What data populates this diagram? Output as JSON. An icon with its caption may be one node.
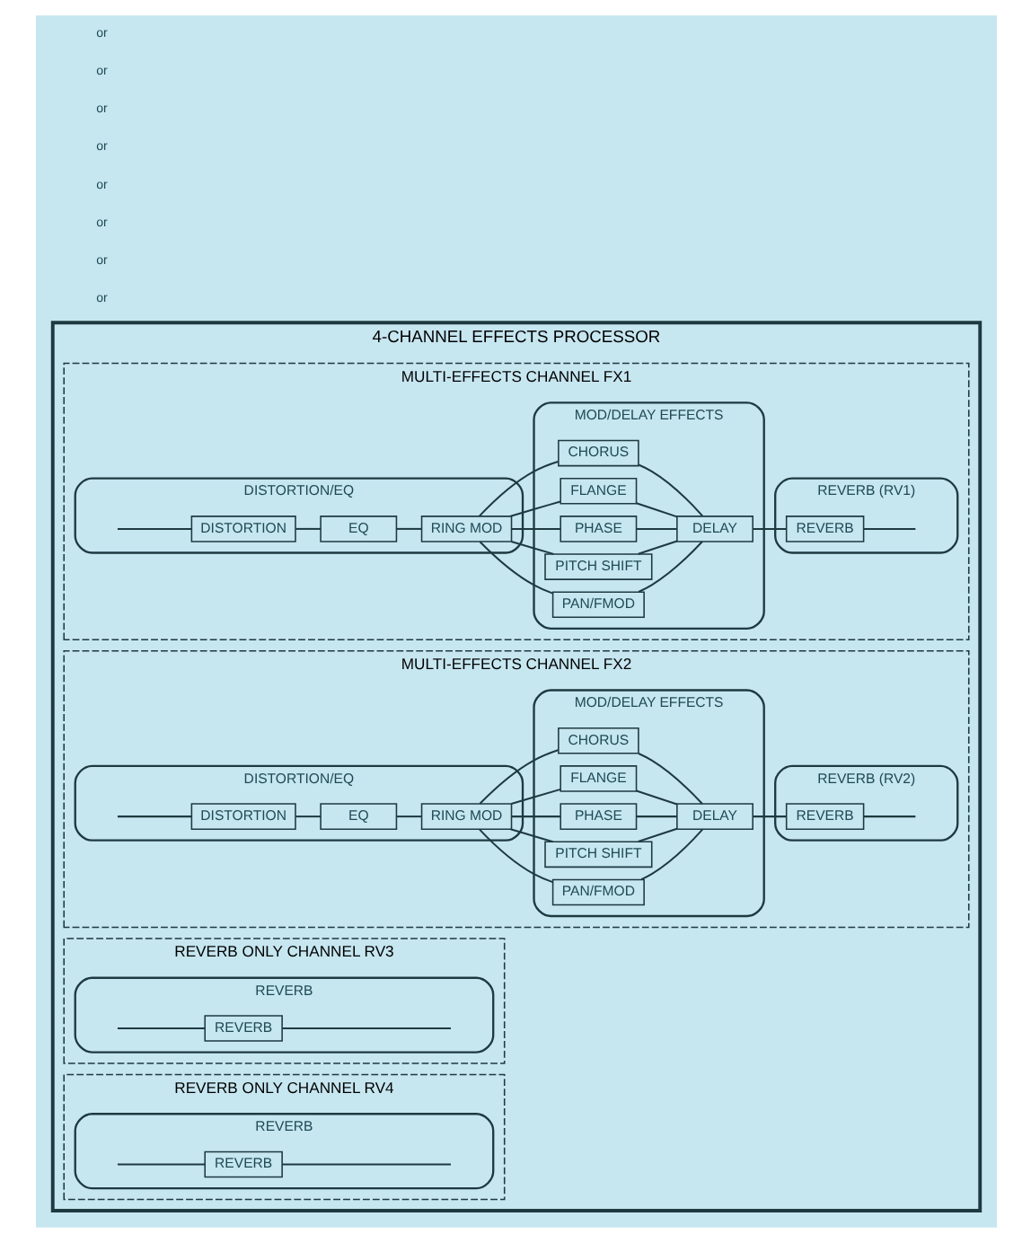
{
  "diagram": {
    "nodes": [
      {
        "text": [
          "4-CHANNEL EFFECTS PROCESSOR"
        ]
      },
      {
        "text": [
          "MULTI-EFFECTS CHANNEL FX1"
        ],
        "in": 0
      },
      {
        "text": [
          "DISTORTION/EQ"
        ],
        "in": 1
      },
      {
        "text": [
          "DISTORTION"
        ],
        "in": 2
      },
      {
        "text": [
          "EQ"
        ],
        "in": 2
      },
      {
        "text": [
          "RING MOD"
        ],
        "in": 2
      },
      {
        "text": [
          "MOD/DELAY EFFECTS"
        ],
        "in": 1
      },
      {
        "text": [
          "CHORUS"
        ],
        "in": 6
      },
      {
        "text": [
          "FLANGE"
        ],
        "in": 6
      },
      {
        "text": [
          "PHASE"
        ],
        "in": 6
      },
      {
        "text": [
          "PITCH SHIFT"
        ],
        "in": 6
      },
      {
        "text": [
          "PAN/FMOD"
        ],
        "in": 6
      },
      {
        "text": [
          "DELAY"
        ],
        "in": 6
      },
      {
        "text": [
          "REVERB (RV1)"
        ],
        "in": 1
      },
      {
        "text": [
          "REVERB"
        ],
        "in": 13
      },
      {
        "text": [
          "MULTI-EFFECTS CHANNEL FX2"
        ],
        "in": 0
      },
      {
        "text": [
          "DISTORTION/EQ"
        ],
        "in": 15
      },
      {
        "text": [
          "DISTORTION"
        ],
        "in": 16
      },
      {
        "text": [
          "EQ"
        ],
        "in": 16
      },
      {
        "text": [
          "RING MOD"
        ],
        "in": 16
      },
      {
        "text": [
          "MOD/DELAY EFFECTS"
        ],
        "in": 15
      },
      {
        "text": [
          "CHORUS"
        ],
        "in": 20
      },
      {
        "text": [
          "FLANGE"
        ],
        "in": 20
      },
      {
        "text": [
          "PHASE"
        ],
        "in": 20
      },
      {
        "text": [
          "PITCH SHIFT"
        ],
        "in": 20
      },
      {
        "text": [
          "PAN/FMOD"
        ],
        "in": 20
      },
      {
        "text": [
          "DELAY"
        ],
        "in": 20
      },
      {
        "text": [
          "REVERB (RV2)"
        ],
        "in": 15
      },
      {
        "text": [
          "REVERB"
        ],
        "in": 27
      },
      {
        "text": [
          "REVERB ONLY CHANNEL RV3"
        ],
        "in": 0
      },
      {
        "text": [
          "REVERB"
        ],
        "in": 29
      },
      {
        "text": [
          "REVERB"
        ],
        "in": 30
      },
      {
        "text": [
          "REVERB ONLY CHANNEL RV4"
        ],
        "in": 0
      },
      {
        "text": [
          "REVERB"
        ],
        "in": 32
      },
      {
        "text": [
          "REVERB"
        ],
        "in": 33
      }
    ],
    "edges": [
      {
        "from": null,
        "to": 3,
        "arrow": "none"
      },
      {
        "from": 3,
        "to": 4,
        "arrow": "none"
      },
      {
        "from": 4,
        "to": 5,
        "arrow": "none"
      },
      {
        "from": 5,
        "to": 7,
        "arrow": "none"
      },
      {
        "from": 5,
        "to": 8,
        "arrow": "none"
      },
      {
        "from": 5,
        "to": 9,
        "arrow": "none"
      },
      {
        "from": 5,
        "to": 10,
        "arrow": "none"
      },
      {
        "from": 5,
        "to": 11,
        "arrow": "none"
      },
      {
        "from": 7,
        "to": 12,
        "arrow": "none"
      },
      {
        "from": 8,
        "to": 12,
        "arrow": "none"
      },
      {
        "from": 9,
        "to": 12,
        "arrow": "none"
      },
      {
        "from": 10,
        "to": 12,
        "arrow": "none"
      },
      {
        "from": 11,
        "to": 12,
        "arrow": "none"
      },
      {
        "from": 12,
        "to": 14,
        "arrow": "none"
      },
      {
        "from": 14,
        "to": null,
        "arrow": "none"
      },
      {
        "from": null,
        "to": 17,
        "arrow": "none"
      },
      {
        "from": 17,
        "to": 18,
        "arrow": "none"
      },
      {
        "from": 18,
        "to": 19,
        "arrow": "none"
      },
      {
        "from": 19,
        "to": 21,
        "arrow": "none"
      },
      {
        "from": 19,
        "to": 22,
        "arrow": "none"
      },
      {
        "from": 19,
        "to": 23,
        "arrow": "none"
      },
      {
        "from": 19,
        "to": 24,
        "arrow": "none"
      },
      {
        "from": 19,
        "to": 25,
        "arrow": "none"
      },
      {
        "from": 21,
        "to": 26,
        "arrow": "none"
      },
      {
        "from": 22,
        "to": 26,
        "arrow": "none"
      },
      {
        "from": 23,
        "to": 26,
        "arrow": "none"
      },
      {
        "from": 24,
        "to": 26,
        "arrow": "none"
      },
      {
        "from": 25,
        "to": 26,
        "arrow": "none"
      },
      {
        "from": 26,
        "to": 28,
        "arrow": "none"
      },
      {
        "from": 28,
        "to": null,
        "arrow": "none"
      },
      {
        "from": null,
        "to": 31,
        "arrow": "none"
      },
      {
        "from": 31,
        "to": null,
        "arrow": "none"
      },
      {
        "from": null,
        "to": 34,
        "arrow": "none"
      },
      {
        "from": 34,
        "to": null,
        "arrow": "none"
      }
    ],
    "labels": [
      "or",
      "or",
      "or",
      "or",
      "or",
      "or",
      "or",
      "or"
    ]
  }
}
